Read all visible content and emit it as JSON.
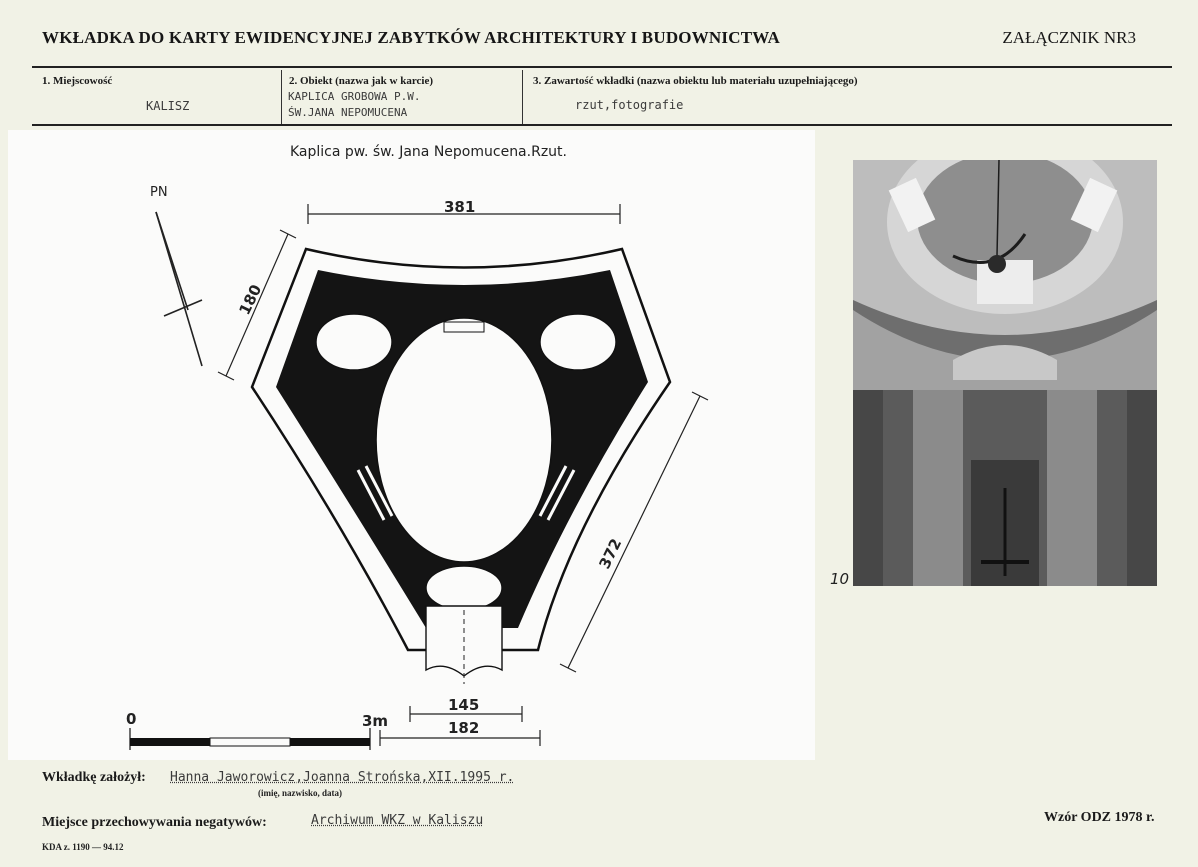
{
  "header": {
    "title": "WKŁADKA DO KARTY EWIDENCYJNEJ ZABYTKÓW ARCHITEKTURY I BUDOWNICTWA",
    "annex": "ZAŁĄCZNIK NR3"
  },
  "fields": {
    "locality_label": "1. Miejscowość",
    "locality_value": "KALISZ",
    "object_label": "2. Obiekt (nazwa jak w karcie)",
    "object_value_line1": "KAPLICA GROBOWA P.W.",
    "object_value_line2": "ŚW.JANA NEPOMUCENA",
    "content_label": "3. Zawartość wkładki (nazwa obiektu lub materiału uzupełniającego)",
    "content_value": "rzut,fotografie"
  },
  "plan": {
    "title": "Kaplica pw. św. Jana Nepomucena.Rzut.",
    "north": "PN",
    "dim_top": "381",
    "dim_left": "180",
    "dim_right": "372",
    "dim_entry_inner": "145",
    "dim_entry_outer": "182",
    "scale_start": "0",
    "scale_end": "3m"
  },
  "photo": {
    "number": "10"
  },
  "footer": {
    "founder_label": "Wkładkę założył:",
    "founder_value": "Hanna Jaworowicz,Joanna Strońska,XII.1995 r.",
    "founder_hint": "(imię, nazwisko, data)",
    "storage_label": "Miejsce przechowywania negatywów:",
    "storage_value": "Archiwum WKZ w Kaliszu",
    "form_code": "Wzór ODZ 1978 r.",
    "print_code": "KDA z. 1190 — 94.12"
  }
}
